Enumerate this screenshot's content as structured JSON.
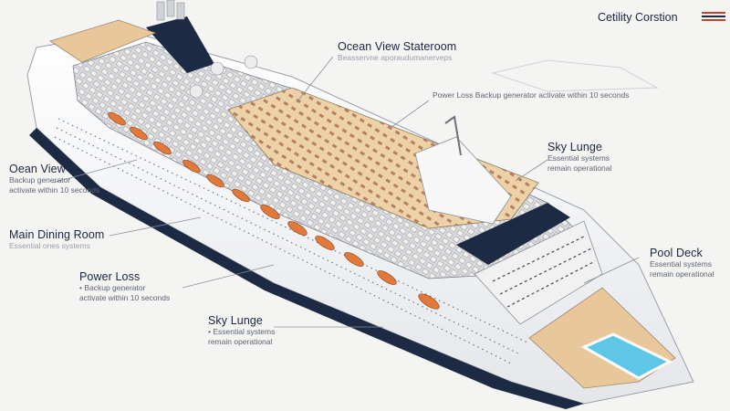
{
  "brand": {
    "name": "Cetility Corstion",
    "stripe_colors": [
      "#c9412b",
      "#1d2a44",
      "#c9412b"
    ]
  },
  "callouts": {
    "ocean_view_stateroom": {
      "title": "Ocean View Stateroom",
      "subtitle": "Beasservne aporaudumanerveps"
    },
    "power_loss_top": {
      "text": "Power Loss Backup generator activate within 10 seconds"
    },
    "sky_lounge_right": {
      "title": "Sky Lunge",
      "line1": "Essential systems",
      "line2": "remain operational"
    },
    "ocean_view_left": {
      "title": "Oean View",
      "line1": "Backup generator",
      "line2": "activate within 10 seconds"
    },
    "main_dining_room": {
      "title": "Main Dining Room",
      "subtitle": "Essential ones systems"
    },
    "power_loss_left": {
      "title": "Power Loss",
      "line1": "Backup generator",
      "line2": "activate within 10 seconds"
    },
    "pool_deck": {
      "title": "Pool Deck",
      "line1": "Essential systems",
      "line2": "remain operational"
    },
    "sky_lounge_bottom": {
      "title": "Sky Lunge",
      "line1": "Essential systems",
      "line2": "remain operational"
    }
  },
  "colors": {
    "hull": "#ffffff",
    "hull_stripe": "#1d2a44",
    "deck_wood": "#e8c79a",
    "lifeboat": "#e0793a",
    "funnel": "#1d2a44",
    "pool": "#5ec7e6",
    "leader_line": "#8a8f99"
  }
}
